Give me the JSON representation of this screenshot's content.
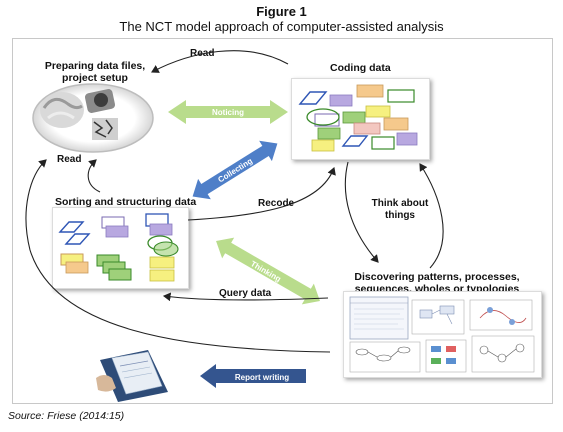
{
  "figure_label": "Figure 1",
  "title": "The NCT model approach of computer-assisted analysis",
  "nodes": {
    "preparing": "Preparing data files,\nproject setup",
    "coding": "Coding data",
    "sorting": "Sorting and structuring data",
    "discovering": "Discovering patterns, processes,\nsequences, wholes or typologies"
  },
  "arrow_labels": {
    "noticing": "Noticing",
    "collecting": "Collecting",
    "thinking": "Thinking",
    "report_writing": "Report writing"
  },
  "flow_labels": {
    "read_top": "Read",
    "read_left": "Read",
    "recode": "Recode",
    "think_about_things": "Think about\nthings",
    "query_data": "Query data"
  },
  "source": "Source: Friese (2014:15)",
  "colors": {
    "green_arrow": "#b9dc8c",
    "blue_arrow": "#4f7fc8",
    "report_arrow": "#34558f",
    "purple": "#b8a8e0",
    "yellow": "#f6f080",
    "orange": "#f5c98c",
    "green": "#9fd07a",
    "pink": "#f3c7c0",
    "blue_shape": "#2f56b5"
  }
}
